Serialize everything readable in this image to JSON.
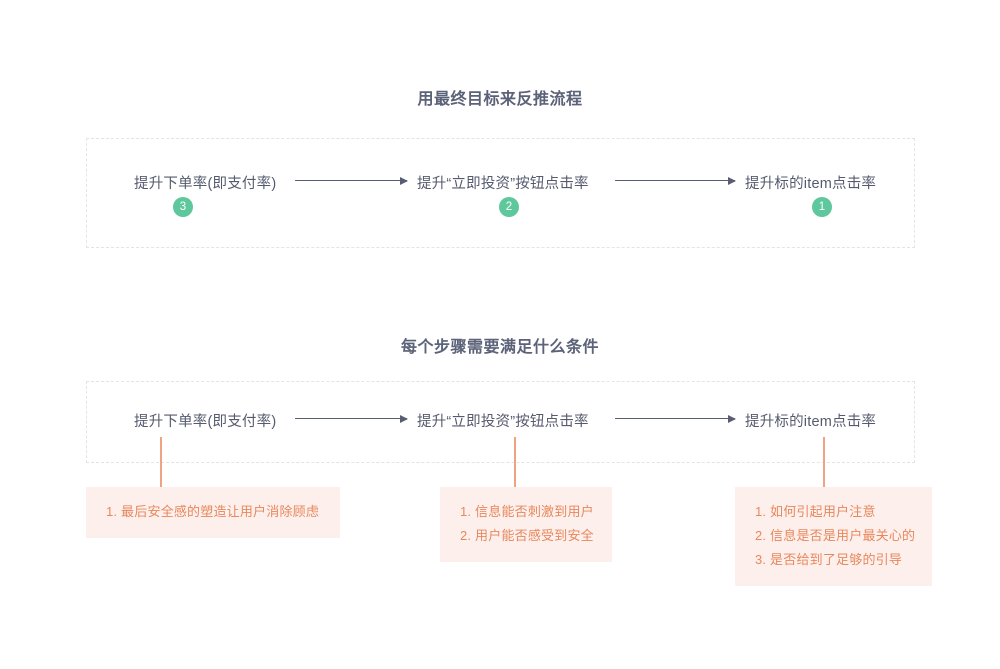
{
  "page": {
    "background_color": "#ffffff",
    "text_color": "#555a6e",
    "accent_green": "#5ec79c",
    "accent_orange": "#e8875c",
    "box_background": "#fdf0ec",
    "dashed_border_color": "#e3e4e8"
  },
  "sections": [
    {
      "title": "用最终目标来反推流程",
      "nodes": [
        {
          "label": "提升下单率(即支付率)",
          "badge": "3"
        },
        {
          "label": "提升“立即投资”按钮点击率",
          "badge": "2"
        },
        {
          "label": "提升标的item点击率",
          "badge": "1"
        }
      ]
    },
    {
      "title": "每个步骤需要满足什么条件",
      "nodes": [
        {
          "label": "提升下单率(即支付率)"
        },
        {
          "label": "提升“立即投资”按钮点击率"
        },
        {
          "label": "提升标的item点击率"
        }
      ],
      "conditions": [
        {
          "items": [
            "1. 最后安全感的塑造让用户消除顾虑"
          ]
        },
        {
          "items": [
            "1. 信息能否刺激到用户",
            "2. 用户能否感受到安全"
          ]
        },
        {
          "items": [
            "1. 如何引起用户注意",
            "2. 信息是否是用户最关心的",
            "3. 是否给到了足够的引导"
          ]
        }
      ]
    }
  ]
}
